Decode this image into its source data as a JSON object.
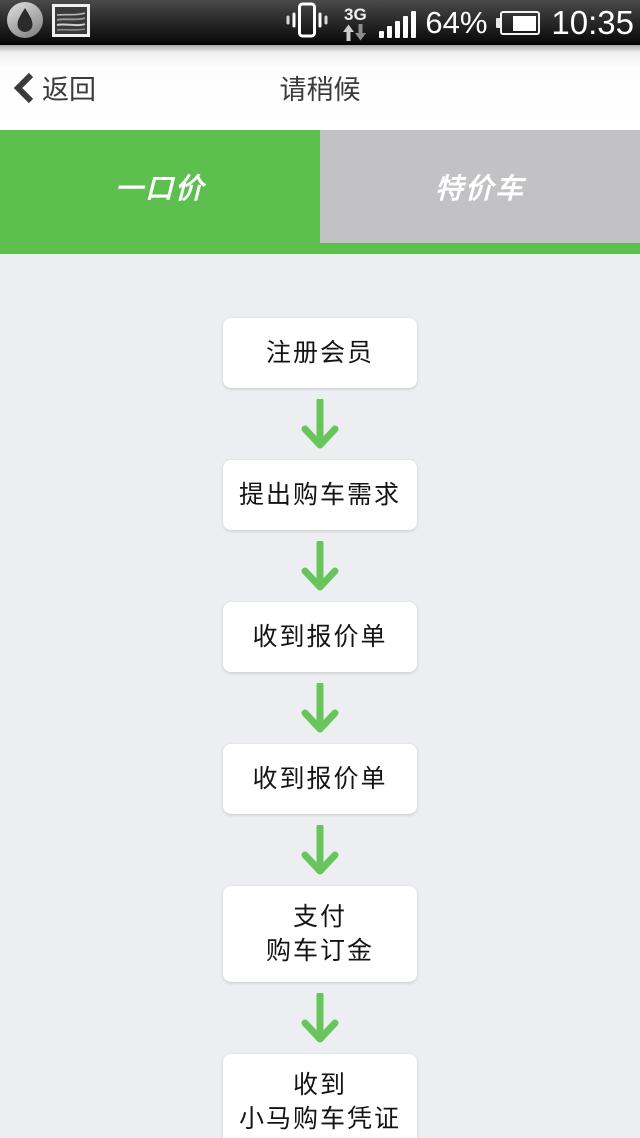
{
  "status_bar": {
    "time": "10:35",
    "battery_percent": "64%",
    "network_label": "3G",
    "left_icons": [
      "drop-icon",
      "gallery-icon"
    ],
    "right_icons": [
      "vibrate-icon",
      "network-3g-icon",
      "signal-icon",
      "battery-icon"
    ]
  },
  "nav_bar": {
    "back_label": "返回",
    "title": "请稍候"
  },
  "tabs": [
    {
      "label": "一口价",
      "active": true
    },
    {
      "label": "特价车",
      "active": false
    }
  ],
  "flow": {
    "steps": [
      {
        "lines": [
          "注册会员"
        ]
      },
      {
        "lines": [
          "提出购车需求"
        ]
      },
      {
        "lines": [
          "收到报价单"
        ]
      },
      {
        "lines": [
          "收到报价单"
        ]
      },
      {
        "lines": [
          "支付",
          "购车订金"
        ]
      },
      {
        "lines": [
          "收到",
          "小马购车凭证"
        ]
      }
    ]
  },
  "colors": {
    "accent_green": "#5cbf4e",
    "arrow_green": "#68c55b",
    "inactive_tab_gray": "#c2c2c4",
    "content_background": "#edeef2",
    "statusbar_dark": "#1c1c1c"
  }
}
